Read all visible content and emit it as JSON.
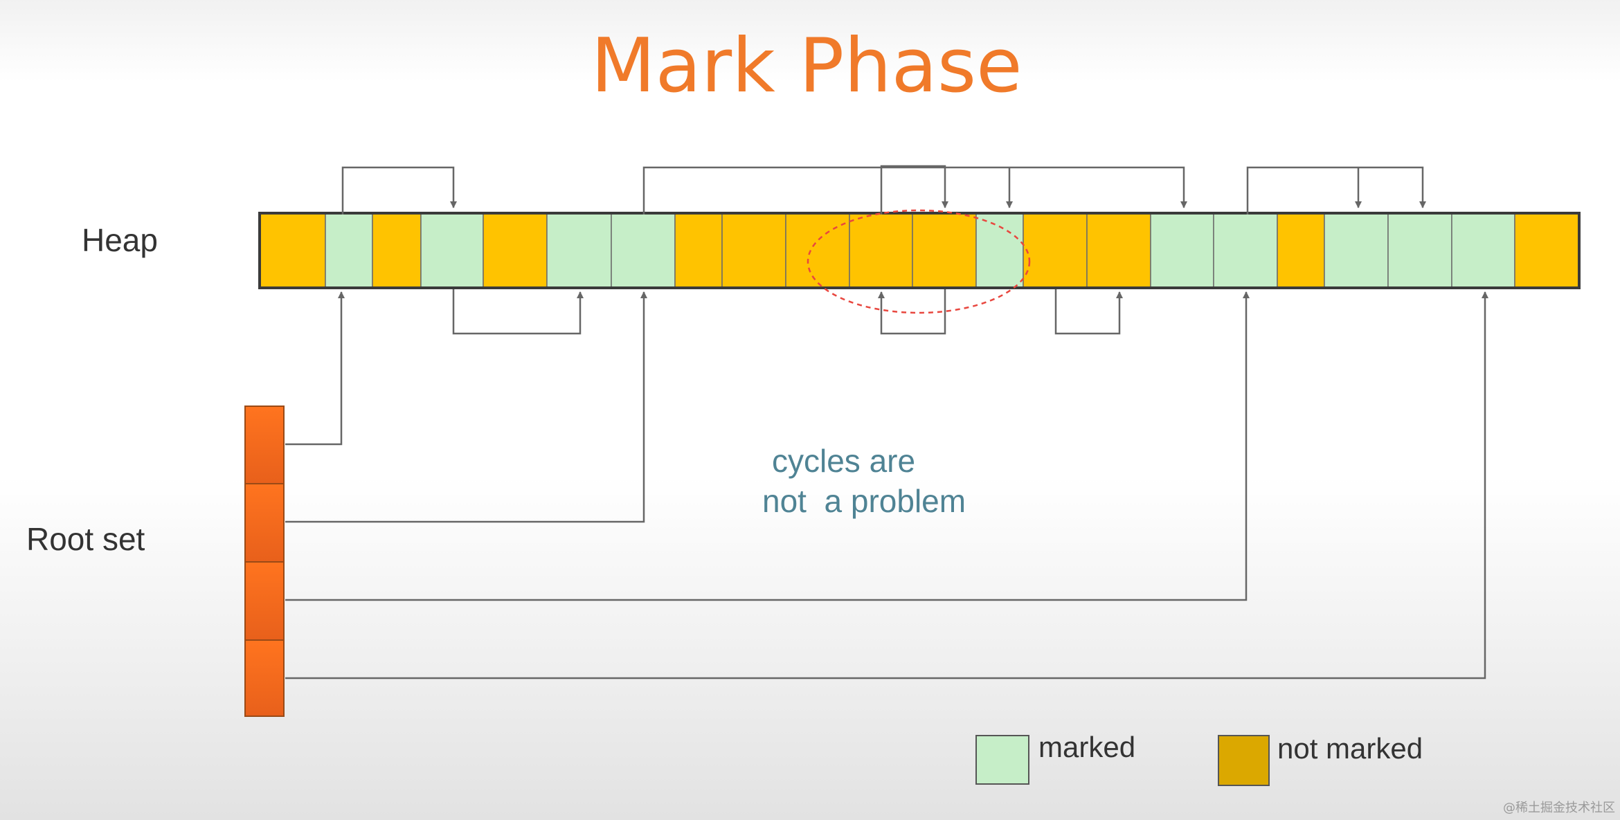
{
  "title": "Mark Phase",
  "labels": {
    "heap": "Heap",
    "root_set": "Root set"
  },
  "note": {
    "line1": "cycles are",
    "line2": "not  a problem"
  },
  "legend": {
    "marked": "marked",
    "not_marked": "not marked"
  },
  "watermark": "@稀土掘金技术社区",
  "colors": {
    "title": "#f07a2a",
    "marked": "#c6eec8",
    "not_marked": "#ffc300",
    "legend_not_marked": "#dba800",
    "root": "#ff6e1c",
    "line": "#666666",
    "cycle_ellipse": "#e8473f",
    "note": "#4f8394"
  },
  "heap_cells": [
    "not_marked",
    "marked",
    "not_marked",
    "marked",
    "not_marked",
    "marked",
    "marked",
    "not_marked",
    "not_marked",
    "not_marked",
    "not_marked",
    "not_marked",
    "marked",
    "not_marked",
    "not_marked",
    "marked",
    "marked",
    "not_marked",
    "marked",
    "marked",
    "marked",
    "not_marked"
  ],
  "root_set_size": 4
}
